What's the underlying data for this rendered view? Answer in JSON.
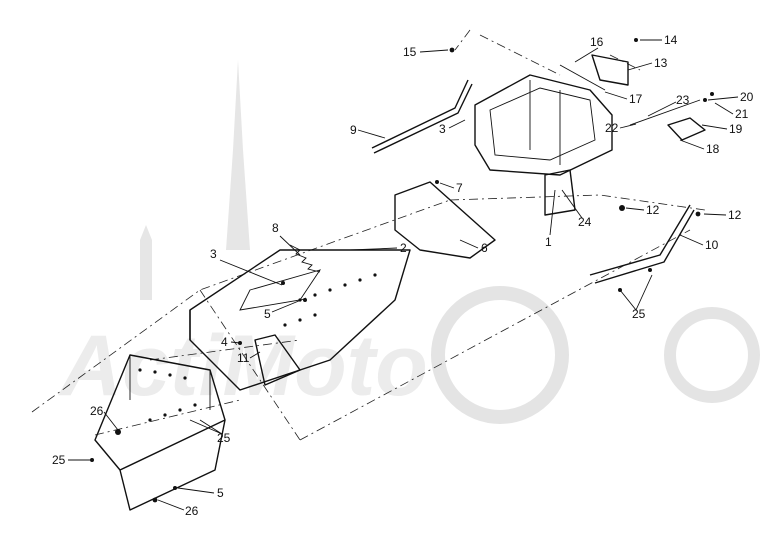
{
  "watermark": {
    "text": "ActiMoto"
  },
  "callouts": [
    {
      "id": "c15",
      "text": "15"
    },
    {
      "id": "c16",
      "text": "16"
    },
    {
      "id": "c14",
      "text": "14"
    },
    {
      "id": "c13",
      "text": "13"
    },
    {
      "id": "c17",
      "text": "17"
    },
    {
      "id": "c20",
      "text": "20"
    },
    {
      "id": "c23",
      "text": "23"
    },
    {
      "id": "c21",
      "text": "21"
    },
    {
      "id": "c22",
      "text": "22"
    },
    {
      "id": "c19",
      "text": "19"
    },
    {
      "id": "c18",
      "text": "18"
    },
    {
      "id": "c9",
      "text": "9"
    },
    {
      "id": "c3a",
      "text": "3"
    },
    {
      "id": "c7",
      "text": "7"
    },
    {
      "id": "c12a",
      "text": "12"
    },
    {
      "id": "c12b",
      "text": "12"
    },
    {
      "id": "c24",
      "text": "24"
    },
    {
      "id": "c1",
      "text": "1"
    },
    {
      "id": "c10",
      "text": "10"
    },
    {
      "id": "c8",
      "text": "8"
    },
    {
      "id": "c2",
      "text": "2"
    },
    {
      "id": "c6",
      "text": "6"
    },
    {
      "id": "c3b",
      "text": "3"
    },
    {
      "id": "c5a",
      "text": "5"
    },
    {
      "id": "c25a",
      "text": "25"
    },
    {
      "id": "c4",
      "text": "4"
    },
    {
      "id": "c11",
      "text": "11"
    },
    {
      "id": "c26a",
      "text": "26"
    },
    {
      "id": "c25b",
      "text": "25"
    },
    {
      "id": "c25c",
      "text": "25"
    },
    {
      "id": "c5b",
      "text": "5"
    },
    {
      "id": "c26b",
      "text": "26"
    }
  ]
}
